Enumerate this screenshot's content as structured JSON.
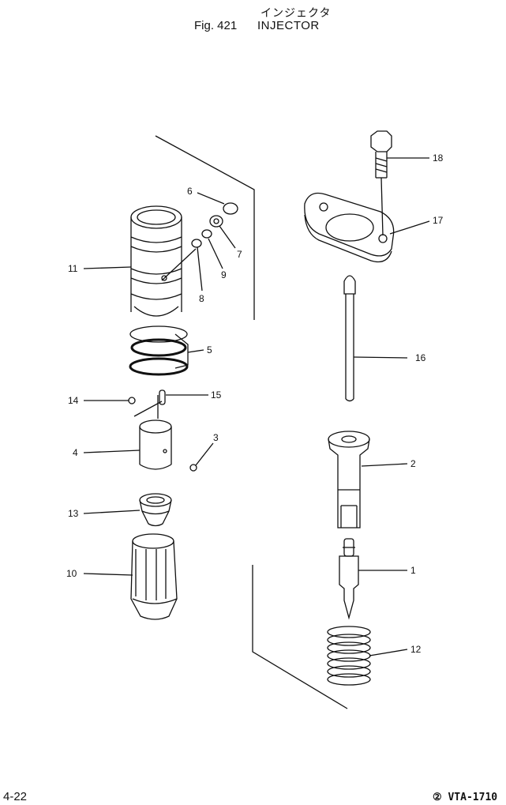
{
  "header": {
    "title_ja": "インジェクタ",
    "fig_label": "Fig. 421",
    "title": "INJECTOR"
  },
  "footer": {
    "page_number": "4-22",
    "doc_code": "② VTA-1710"
  },
  "callouts": [
    "1",
    "2",
    "3",
    "4",
    "5",
    "6",
    "7",
    "8",
    "9",
    "10",
    "11",
    "12",
    "13",
    "14",
    "15",
    "16",
    "17",
    "18"
  ]
}
